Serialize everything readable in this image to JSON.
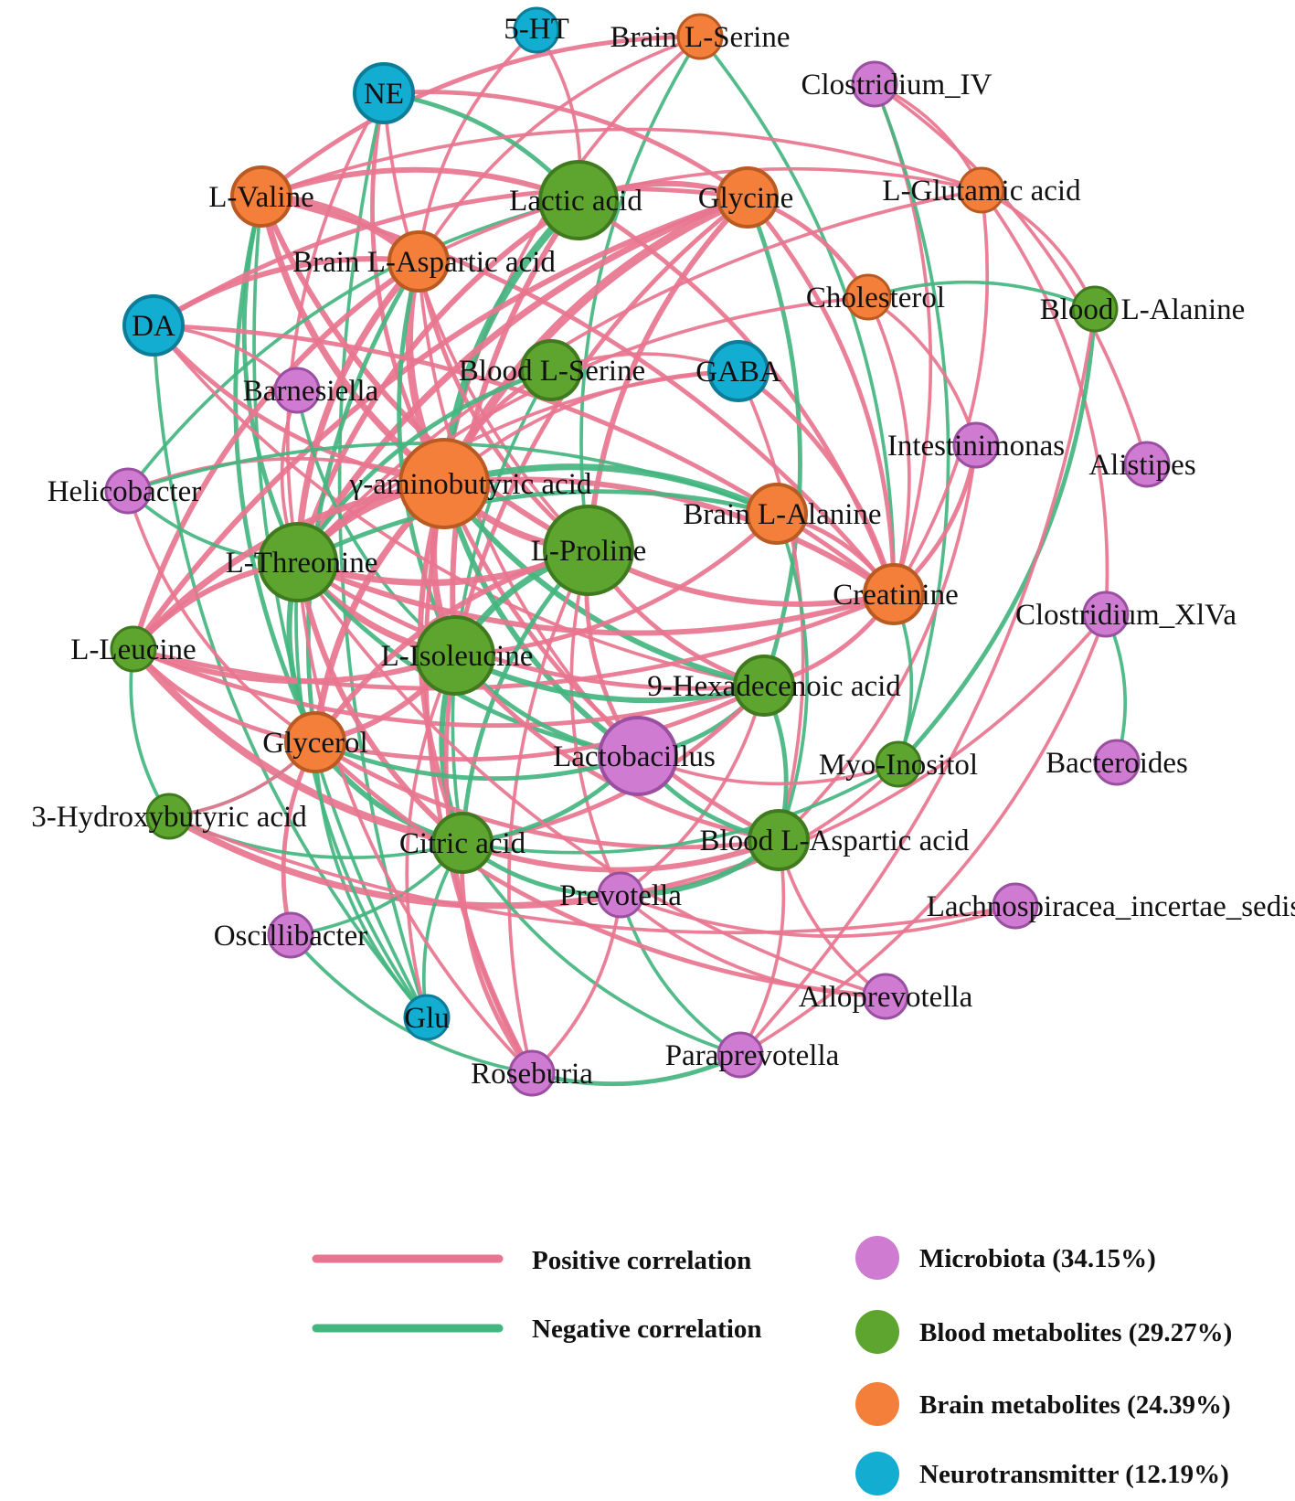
{
  "colors": {
    "positive": "#e8758f",
    "negative": "#43b57f",
    "microbiota": "#cf7bd2",
    "microbiota_stroke": "#9a4fa0",
    "blood": "#5ea530",
    "blood_stroke": "#3f7a1e",
    "brain": "#f47f3a",
    "brain_stroke": "#b85a22",
    "neuro": "#12add0",
    "neuro_stroke": "#0c7c98"
  },
  "nodes": [
    {
      "id": "5ht",
      "label": "5-HT",
      "group": "neuro",
      "size": "s"
    },
    {
      "id": "bls",
      "label": "Brain L-Serine",
      "group": "brain",
      "size": "s"
    },
    {
      "id": "ne",
      "label": "NE",
      "group": "neuro",
      "size": "m"
    },
    {
      "id": "c4",
      "label": "Clostridium_IV",
      "group": "microbiota",
      "size": "s"
    },
    {
      "id": "val",
      "label": "L-Valine",
      "group": "brain",
      "size": "m"
    },
    {
      "id": "lac",
      "label": "Lactic acid",
      "group": "blood",
      "size": "l"
    },
    {
      "id": "gly",
      "label": "Glycine",
      "group": "brain",
      "size": "m"
    },
    {
      "id": "glu_acid",
      "label": "L-Glutamic acid",
      "group": "brain",
      "size": "s"
    },
    {
      "id": "bla",
      "label": "Brain L-Aspartic acid",
      "group": "brain",
      "size": "m"
    },
    {
      "id": "cho",
      "label": "Cholesterol",
      "group": "brain",
      "size": "s"
    },
    {
      "id": "blala",
      "label": "Blood L-Alanine",
      "group": "blood",
      "size": "s"
    },
    {
      "id": "da",
      "label": "DA",
      "group": "neuro",
      "size": "m"
    },
    {
      "id": "bser",
      "label": "Blood L-Serine",
      "group": "blood",
      "size": "m"
    },
    {
      "id": "gaba",
      "label": "GABA",
      "group": "neuro",
      "size": "m"
    },
    {
      "id": "bar",
      "label": "Barnesiella",
      "group": "microbiota",
      "size": "s"
    },
    {
      "id": "int",
      "label": "Intestinimonas",
      "group": "microbiota",
      "size": "s"
    },
    {
      "id": "ali",
      "label": "Alistipes",
      "group": "microbiota",
      "size": "s"
    },
    {
      "id": "hel",
      "label": "Helicobacter",
      "group": "microbiota",
      "size": "s"
    },
    {
      "id": "gab",
      "label": "γ-aminobutyric acid",
      "group": "brain",
      "size": "xl"
    },
    {
      "id": "brala",
      "label": "Brain L-Alanine",
      "group": "brain",
      "size": "m"
    },
    {
      "id": "thr",
      "label": "L-Threonine",
      "group": "blood",
      "size": "l"
    },
    {
      "id": "pro",
      "label": "L-Proline",
      "group": "blood",
      "size": "xl"
    },
    {
      "id": "cre",
      "label": "Creatinine",
      "group": "brain",
      "size": "m"
    },
    {
      "id": "c14",
      "label": "Clostridium_XlVa",
      "group": "microbiota",
      "size": "s"
    },
    {
      "id": "leu",
      "label": "L-Leucine",
      "group": "blood",
      "size": "s"
    },
    {
      "id": "ile",
      "label": "L-Isoleucine",
      "group": "blood",
      "size": "l"
    },
    {
      "id": "hex",
      "label": "9-Hexadecenoic acid",
      "group": "blood",
      "size": "m"
    },
    {
      "id": "glyc",
      "label": "Glycerol",
      "group": "brain",
      "size": "m"
    },
    {
      "id": "lacto",
      "label": "Lactobacillus",
      "group": "microbiota",
      "size": "l"
    },
    {
      "id": "myo",
      "label": "Myo-Inositol",
      "group": "blood",
      "size": "s"
    },
    {
      "id": "bac",
      "label": "Bacteroides",
      "group": "microbiota",
      "size": "s"
    },
    {
      "id": "hyd",
      "label": "3-Hydroxybutyric acid",
      "group": "blood",
      "size": "s"
    },
    {
      "id": "cit",
      "label": "Citric acid",
      "group": "blood",
      "size": "m"
    },
    {
      "id": "blasp",
      "label": "Blood L-Aspartic acid",
      "group": "blood",
      "size": "m"
    },
    {
      "id": "prev",
      "label": "Prevotella",
      "group": "microbiota",
      "size": "s"
    },
    {
      "id": "lach",
      "label": "Lachnospiracea_incertae_sedis",
      "group": "microbiota",
      "size": "s"
    },
    {
      "id": "osc",
      "label": "Oscillibacter",
      "group": "microbiota",
      "size": "s"
    },
    {
      "id": "allo",
      "label": "Alloprevotella",
      "group": "microbiota",
      "size": "s"
    },
    {
      "id": "glu",
      "label": "Glu",
      "group": "neuro",
      "size": "s"
    },
    {
      "id": "para",
      "label": "Paraprevotella",
      "group": "microbiota",
      "size": "s"
    },
    {
      "id": "ros",
      "label": "Roseburia",
      "group": "microbiota",
      "size": "s"
    }
  ],
  "edges": [
    {
      "s": "5ht",
      "t": "lac",
      "sign": "pos",
      "w": 2
    },
    {
      "s": "5ht",
      "t": "bla",
      "sign": "pos",
      "w": 2
    },
    {
      "s": "bls",
      "t": "val",
      "sign": "pos",
      "w": 3
    },
    {
      "s": "bls",
      "t": "pro",
      "sign": "neg",
      "w": 2
    },
    {
      "s": "bls",
      "t": "cre",
      "sign": "neg",
      "w": 2
    },
    {
      "s": "bls",
      "t": "bla",
      "sign": "pos",
      "w": 2
    },
    {
      "s": "bls",
      "t": "gab",
      "sign": "pos",
      "w": 2
    },
    {
      "s": "ne",
      "t": "lac",
      "sign": "neg",
      "w": 3
    },
    {
      "s": "ne",
      "t": "gly",
      "sign": "pos",
      "w": 3
    },
    {
      "s": "ne",
      "t": "gab",
      "sign": "pos",
      "w": 3
    },
    {
      "s": "ne",
      "t": "thr",
      "sign": "pos",
      "w": 2
    },
    {
      "s": "ne",
      "t": "glu",
      "sign": "neg",
      "w": 2
    },
    {
      "s": "ne",
      "t": "pro",
      "sign": "pos",
      "w": 2
    },
    {
      "s": "c4",
      "t": "glu_acid",
      "sign": "pos",
      "w": 2
    },
    {
      "s": "c4",
      "t": "cre",
      "sign": "pos",
      "w": 2
    },
    {
      "s": "c4",
      "t": "myo",
      "sign": "neg",
      "w": 2
    },
    {
      "s": "c4",
      "t": "ali",
      "sign": "pos",
      "w": 2
    },
    {
      "s": "val",
      "t": "bla",
      "sign": "pos",
      "w": 6
    },
    {
      "s": "val",
      "t": "lac",
      "sign": "pos",
      "w": 4
    },
    {
      "s": "val",
      "t": "gab",
      "sign": "pos",
      "w": 5
    },
    {
      "s": "val",
      "t": "glu",
      "sign": "neg",
      "w": 2
    },
    {
      "s": "val",
      "t": "pro",
      "sign": "pos",
      "w": 4
    },
    {
      "s": "val",
      "t": "thr",
      "sign": "neg",
      "w": 3
    },
    {
      "s": "val",
      "t": "cre",
      "sign": "pos",
      "w": 3
    },
    {
      "s": "val",
      "t": "glyc",
      "sign": "neg",
      "w": 3
    },
    {
      "s": "val",
      "t": "glu_acid",
      "sign": "pos",
      "w": 2
    },
    {
      "s": "lac",
      "t": "gly",
      "sign": "pos",
      "w": 4
    },
    {
      "s": "lac",
      "t": "gab",
      "sign": "neg",
      "w": 6
    },
    {
      "s": "lac",
      "t": "thr",
      "sign": "pos",
      "w": 4
    },
    {
      "s": "lac",
      "t": "ile",
      "sign": "pos",
      "w": 4
    },
    {
      "s": "lac",
      "t": "cre",
      "sign": "pos",
      "w": 3
    },
    {
      "s": "lac",
      "t": "hel",
      "sign": "neg",
      "w": 2
    },
    {
      "s": "gly",
      "t": "gab",
      "sign": "pos",
      "w": 7
    },
    {
      "s": "gly",
      "t": "thr",
      "sign": "pos",
      "w": 5
    },
    {
      "s": "gly",
      "t": "pro",
      "sign": "pos",
      "w": 4
    },
    {
      "s": "gly",
      "t": "cho",
      "sign": "pos",
      "w": 3
    },
    {
      "s": "gly",
      "t": "cre",
      "sign": "pos",
      "w": 3
    },
    {
      "s": "gly",
      "t": "da",
      "sign": "pos",
      "w": 3
    },
    {
      "s": "gly",
      "t": "leu",
      "sign": "pos",
      "w": 4
    },
    {
      "s": "gly",
      "t": "hex",
      "sign": "neg",
      "w": 3
    },
    {
      "s": "gly",
      "t": "ile",
      "sign": "pos",
      "w": 3
    },
    {
      "s": "glu_acid",
      "t": "cre",
      "sign": "pos",
      "w": 2
    },
    {
      "s": "glu_acid",
      "t": "bla",
      "sign": "pos",
      "w": 2
    },
    {
      "s": "glu_acid",
      "t": "blala",
      "sign": "pos",
      "w": 2
    },
    {
      "s": "glu_acid",
      "t": "c14",
      "sign": "pos",
      "w": 2
    },
    {
      "s": "glu_acid",
      "t": "thr",
      "sign": "pos",
      "w": 2
    },
    {
      "s": "bla",
      "t": "gab",
      "sign": "pos",
      "w": 6
    },
    {
      "s": "bla",
      "t": "thr",
      "sign": "pos",
      "w": 5
    },
    {
      "s": "bla",
      "t": "da",
      "sign": "pos",
      "w": 4
    },
    {
      "s": "bla",
      "t": "ile",
      "sign": "neg",
      "w": 3
    },
    {
      "s": "bla",
      "t": "leu",
      "sign": "pos",
      "w": 4
    },
    {
      "s": "bla",
      "t": "glyc",
      "sign": "neg",
      "w": 3
    },
    {
      "s": "bla",
      "t": "pro",
      "sign": "pos",
      "w": 3
    },
    {
      "s": "bla",
      "t": "lacto",
      "sign": "pos",
      "w": 2
    },
    {
      "s": "cho",
      "t": "cre",
      "sign": "pos",
      "w": 2
    },
    {
      "s": "cho",
      "t": "blala",
      "sign": "neg",
      "w": 2
    },
    {
      "s": "cho",
      "t": "thr",
      "sign": "pos",
      "w": 2
    },
    {
      "s": "blala",
      "t": "myo",
      "sign": "neg",
      "w": 3
    },
    {
      "s": "blala",
      "t": "para",
      "sign": "pos",
      "w": 2
    },
    {
      "s": "da",
      "t": "bar",
      "sign": "pos",
      "w": 2
    },
    {
      "s": "da",
      "t": "gab",
      "sign": "pos",
      "w": 3
    },
    {
      "s": "da",
      "t": "glu",
      "sign": "neg",
      "w": 2
    },
    {
      "s": "da",
      "t": "cre",
      "sign": "pos",
      "w": 3
    },
    {
      "s": "da",
      "t": "hex",
      "sign": "pos",
      "w": 2
    },
    {
      "s": "bser",
      "t": "gab",
      "sign": "pos",
      "w": 3
    },
    {
      "s": "bser",
      "t": "thr",
      "sign": "neg",
      "w": 3
    },
    {
      "s": "bser",
      "t": "gaba",
      "sign": "pos",
      "w": 2
    },
    {
      "s": "bser",
      "t": "cit",
      "sign": "neg",
      "w": 2
    },
    {
      "s": "gaba",
      "t": "cre",
      "sign": "pos",
      "w": 3
    },
    {
      "s": "gaba",
      "t": "gab",
      "sign": "pos",
      "w": 2
    },
    {
      "s": "gaba",
      "t": "thr",
      "sign": "pos",
      "w": 2
    },
    {
      "s": "gaba",
      "t": "blasp",
      "sign": "pos",
      "w": 2
    },
    {
      "s": "bar",
      "t": "thr",
      "sign": "pos",
      "w": 2
    },
    {
      "s": "bar",
      "t": "ile",
      "sign": "neg",
      "w": 2
    },
    {
      "s": "int",
      "t": "cre",
      "sign": "pos",
      "w": 3
    },
    {
      "s": "int",
      "t": "blasp",
      "sign": "pos",
      "w": 2
    },
    {
      "s": "int",
      "t": "cho",
      "sign": "pos",
      "w": 2
    },
    {
      "s": "hel",
      "t": "gab",
      "sign": "pos",
      "w": 2
    },
    {
      "s": "hel",
      "t": "thr",
      "sign": "neg",
      "w": 2
    },
    {
      "s": "hel",
      "t": "brala",
      "sign": "neg",
      "w": 2
    },
    {
      "s": "hel",
      "t": "glyc",
      "sign": "pos",
      "w": 2
    },
    {
      "s": "gab",
      "t": "thr",
      "sign": "pos",
      "w": 6
    },
    {
      "s": "gab",
      "t": "pro",
      "sign": "pos",
      "w": 5
    },
    {
      "s": "gab",
      "t": "brala",
      "sign": "neg",
      "w": 5
    },
    {
      "s": "gab",
      "t": "ile",
      "sign": "pos",
      "w": 5
    },
    {
      "s": "gab",
      "t": "leu",
      "sign": "pos",
      "w": 5
    },
    {
      "s": "gab",
      "t": "glyc",
      "sign": "pos",
      "w": 5
    },
    {
      "s": "gab",
      "t": "cre",
      "sign": "pos",
      "w": 4
    },
    {
      "s": "gab",
      "t": "cit",
      "sign": "pos",
      "w": 4
    },
    {
      "s": "gab",
      "t": "hex",
      "sign": "neg",
      "w": 4
    },
    {
      "s": "gab",
      "t": "lacto",
      "sign": "neg",
      "w": 4
    },
    {
      "s": "gab",
      "t": "blasp",
      "sign": "pos",
      "w": 3
    },
    {
      "s": "gab",
      "t": "ros",
      "sign": "pos",
      "w": 3
    },
    {
      "s": "brala",
      "t": "cre",
      "sign": "pos",
      "w": 3
    },
    {
      "s": "brala",
      "t": "thr",
      "sign": "neg",
      "w": 3
    },
    {
      "s": "brala",
      "t": "ile",
      "sign": "pos",
      "w": 3
    },
    {
      "s": "brala",
      "t": "blasp",
      "sign": "neg",
      "w": 2
    },
    {
      "s": "thr",
      "t": "pro",
      "sign": "pos",
      "w": 5
    },
    {
      "s": "thr",
      "t": "leu",
      "sign": "pos",
      "w": 4
    },
    {
      "s": "thr",
      "t": "ile",
      "sign": "pos",
      "w": 5
    },
    {
      "s": "thr",
      "t": "glyc",
      "sign": "neg",
      "w": 4
    },
    {
      "s": "thr",
      "t": "cit",
      "sign": "pos",
      "w": 4
    },
    {
      "s": "thr",
      "t": "hex",
      "sign": "pos",
      "w": 3
    },
    {
      "s": "thr",
      "t": "cre",
      "sign": "pos",
      "w": 4
    },
    {
      "s": "thr",
      "t": "lacto",
      "sign": "neg",
      "w": 3
    },
    {
      "s": "pro",
      "t": "ile",
      "sign": "neg",
      "w": 5
    },
    {
      "s": "pro",
      "t": "cre",
      "sign": "pos",
      "w": 4
    },
    {
      "s": "pro",
      "t": "hex",
      "sign": "pos",
      "w": 3
    },
    {
      "s": "pro",
      "t": "glyc",
      "sign": "pos",
      "w": 4
    },
    {
      "s": "pro",
      "t": "lacto",
      "sign": "pos",
      "w": 3
    },
    {
      "s": "pro",
      "t": "cit",
      "sign": "neg",
      "w": 3
    },
    {
      "s": "pro",
      "t": "prev",
      "sign": "pos",
      "w": 2
    },
    {
      "s": "pro",
      "t": "ros",
      "sign": "pos",
      "w": 2
    },
    {
      "s": "cre",
      "t": "hex",
      "sign": "pos",
      "w": 3
    },
    {
      "s": "cre",
      "t": "myo",
      "sign": "neg",
      "w": 2
    },
    {
      "s": "cre",
      "t": "leu",
      "sign": "pos",
      "w": 3
    },
    {
      "s": "c14",
      "t": "bac",
      "sign": "neg",
      "w": 2
    },
    {
      "s": "c14",
      "t": "para",
      "sign": "pos",
      "w": 2
    },
    {
      "s": "c14",
      "t": "prev",
      "sign": "pos",
      "w": 2
    },
    {
      "s": "leu",
      "t": "glyc",
      "sign": "pos",
      "w": 3
    },
    {
      "s": "leu",
      "t": "ile",
      "sign": "pos",
      "w": 4
    },
    {
      "s": "leu",
      "t": "cit",
      "sign": "pos",
      "w": 6
    },
    {
      "s": "leu",
      "t": "hex",
      "sign": "pos",
      "w": 3
    },
    {
      "s": "leu",
      "t": "hyd",
      "sign": "neg",
      "w": 2
    },
    {
      "s": "ile",
      "t": "glyc",
      "sign": "pos",
      "w": 4
    },
    {
      "s": "ile",
      "t": "cit",
      "sign": "neg",
      "w": 4
    },
    {
      "s": "ile",
      "t": "hex",
      "sign": "neg",
      "w": 4
    },
    {
      "s": "ile",
      "t": "lacto",
      "sign": "neg",
      "w": 3
    },
    {
      "s": "ile",
      "t": "blasp",
      "sign": "pos",
      "w": 3
    },
    {
      "s": "ile",
      "t": "ros",
      "sign": "pos",
      "w": 3
    },
    {
      "s": "ile",
      "t": "glu",
      "sign": "pos",
      "w": 2
    },
    {
      "s": "hex",
      "t": "glyc",
      "sign": "pos",
      "w": 3
    },
    {
      "s": "hex",
      "t": "lacto",
      "sign": "neg",
      "w": 3
    },
    {
      "s": "hex",
      "t": "blasp",
      "sign": "neg",
      "w": 3
    },
    {
      "s": "hex",
      "t": "cit",
      "sign": "pos",
      "w": 3
    },
    {
      "s": "hex",
      "t": "prev",
      "sign": "pos",
      "w": 2
    },
    {
      "s": "glyc",
      "t": "cit",
      "sign": "neg",
      "w": 4
    },
    {
      "s": "glyc",
      "t": "lacto",
      "sign": "neg",
      "w": 3
    },
    {
      "s": "glyc",
      "t": "hyd",
      "sign": "neg",
      "w": 2
    },
    {
      "s": "glyc",
      "t": "osc",
      "sign": "pos",
      "w": 3
    },
    {
      "s": "glyc",
      "t": "blasp",
      "sign": "pos",
      "w": 3
    },
    {
      "s": "glyc",
      "t": "glu",
      "sign": "neg",
      "w": 2
    },
    {
      "s": "lacto",
      "t": "cit",
      "sign": "neg",
      "w": 3
    },
    {
      "s": "lacto",
      "t": "blasp",
      "sign": "neg",
      "w": 3
    },
    {
      "s": "lacto",
      "t": "myo",
      "sign": "pos",
      "w": 2
    },
    {
      "s": "myo",
      "t": "cit",
      "sign": "neg",
      "w": 2
    },
    {
      "s": "myo",
      "t": "prev",
      "sign": "pos",
      "w": 2
    },
    {
      "s": "hyd",
      "t": "prev",
      "sign": "pos",
      "w": 5
    },
    {
      "s": "hyd",
      "t": "cit",
      "sign": "neg",
      "w": 2
    },
    {
      "s": "cit",
      "t": "blasp",
      "sign": "pos",
      "w": 4
    },
    {
      "s": "cit",
      "t": "prev",
      "sign": "neg",
      "w": 3
    },
    {
      "s": "cit",
      "t": "ros",
      "sign": "pos",
      "w": 3
    },
    {
      "s": "cit",
      "t": "glu",
      "sign": "neg",
      "w": 2
    },
    {
      "s": "cit",
      "t": "osc",
      "sign": "neg",
      "w": 2
    },
    {
      "s": "cit",
      "t": "para",
      "sign": "neg",
      "w": 2
    },
    {
      "s": "blasp",
      "t": "prev",
      "sign": "neg",
      "w": 4
    },
    {
      "s": "blasp",
      "t": "para",
      "sign": "pos",
      "w": 2
    },
    {
      "s": "blasp",
      "t": "allo",
      "sign": "pos",
      "w": 2
    },
    {
      "s": "prev",
      "t": "ros",
      "sign": "pos",
      "w": 2
    },
    {
      "s": "prev",
      "t": "para",
      "sign": "neg",
      "w": 2
    },
    {
      "s": "prev",
      "t": "lach",
      "sign": "pos",
      "w": 2
    },
    {
      "s": "prev",
      "t": "allo",
      "sign": "pos",
      "w": 2
    },
    {
      "s": "allo",
      "t": "glyc",
      "sign": "pos",
      "w": 3
    },
    {
      "s": "allo",
      "t": "thr",
      "sign": "pos",
      "w": 2
    },
    {
      "s": "osc",
      "t": "ros",
      "sign": "neg",
      "w": 2
    },
    {
      "s": "glu",
      "t": "thr",
      "sign": "neg",
      "w": 2
    },
    {
      "s": "ros",
      "t": "para",
      "sign": "neg",
      "w": 3
    },
    {
      "s": "ros",
      "t": "thr",
      "sign": "pos",
      "w": 2
    },
    {
      "s": "lach",
      "t": "hyd",
      "sign": "pos",
      "w": 2
    },
    {
      "s": "hyd",
      "t": "glyc",
      "sign": "pos",
      "w": 2
    }
  ],
  "legend": {
    "edges": [
      {
        "label": "Positive correlation",
        "sign": "pos"
      },
      {
        "label": "Negative correlation",
        "sign": "neg"
      }
    ],
    "groups": [
      {
        "label": "Microbiota (34.15%)",
        "group": "microbiota"
      },
      {
        "label": "Blood metabolites (29.27%)",
        "group": "blood"
      },
      {
        "label": "Brain metabolites (24.39%)",
        "group": "brain"
      },
      {
        "label": "Neurotransmitter (12.19%)",
        "group": "neuro"
      }
    ]
  }
}
